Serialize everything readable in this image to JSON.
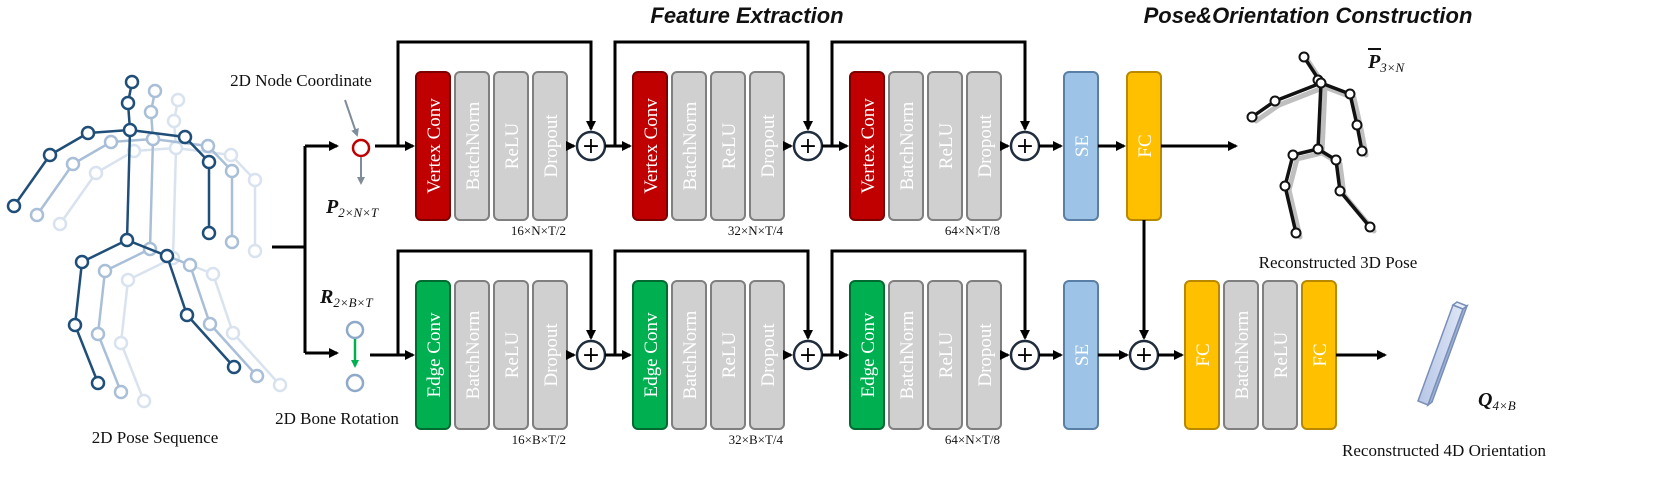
{
  "titles": {
    "feature_extraction": "Feature Extraction",
    "pose_orientation": "Pose&Orientation Construction"
  },
  "inputs": {
    "pose_sequence_caption": "2D Pose Sequence",
    "node_coordinate_caption": "2D Node Coordinate",
    "bone_rotation_caption": "2D Bone Rotation",
    "node_symbol": "P",
    "node_symbol_sub": "2×N×T",
    "bone_symbol": "R",
    "bone_symbol_sub": "2×B×T"
  },
  "blocks": {
    "vertex_conv": "Vertex Conv",
    "edge_conv": "Edge Conv",
    "batchnorm": "BatchNorm",
    "relu": "ReLU",
    "dropout": "Dropout",
    "se": "SE",
    "fc": "FC",
    "plus": "+"
  },
  "dims": {
    "top": [
      "16×N×T/2",
      "32×N×T/4",
      "64×N×T/8"
    ],
    "bottom": [
      "16×B×T/2",
      "32×B×T/4",
      "64×N×T/8"
    ]
  },
  "outputs": {
    "pose_symbol": "P",
    "pose_symbol_sub": "3×N",
    "pose_caption": "Reconstructed 3D Pose",
    "orientation_symbol": "Q",
    "orientation_symbol_sub": "4×B",
    "orientation_caption": "Reconstructed 4D Orientation"
  },
  "colors": {
    "vertex_conv": "#c00000",
    "edge_conv": "#00b050",
    "gray_block": "#d0d0d0",
    "se": "#9dc3e6",
    "fc": "#ffc000",
    "skeleton": "#1f4e79"
  }
}
